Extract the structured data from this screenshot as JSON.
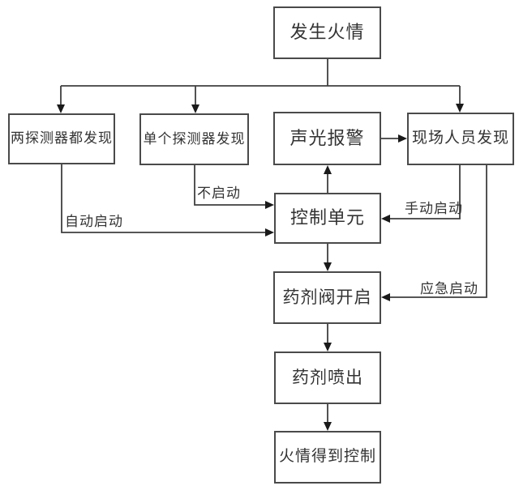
{
  "diagram": {
    "type": "flowchart",
    "language": "zh-CN",
    "colors": {
      "background": "#ffffff",
      "line": "#3f3f3f",
      "box_border": "#4a4a4a",
      "text": "#333333",
      "arrowhead": "#1a1a1a"
    },
    "nodes": {
      "fire_occurs": "发生火情",
      "both_detectors": "两探测器都发现",
      "single_detector": "单个探测器发现",
      "alarm": "声光报警",
      "personnel": "现场人员发现",
      "control_unit": "控制单元",
      "valve_open": "药剂阀开启",
      "agent_spray": "药剂喷出",
      "fire_controlled": "火情得到控制"
    },
    "edge_labels": {
      "auto_start": "自动启动",
      "no_start": "不启动",
      "manual_start": "手动启动",
      "emergency_start": "应急启动"
    }
  }
}
